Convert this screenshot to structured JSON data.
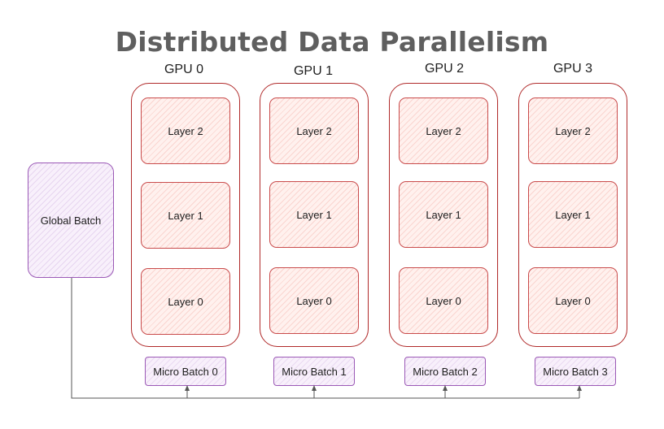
{
  "title": "Distributed Data Parallelism",
  "global_batch": {
    "label": "Global Batch"
  },
  "gpus": [
    {
      "label": "GPU 0",
      "layers": [
        "Layer 2",
        "Layer 1",
        "Layer 0"
      ],
      "micro_batch": "Micro Batch 0"
    },
    {
      "label": "GPU 1",
      "layers": [
        "Layer 2",
        "Layer 1",
        "Layer 0"
      ],
      "micro_batch": "Micro Batch 1"
    },
    {
      "label": "GPU 2",
      "layers": [
        "Layer 2",
        "Layer 1",
        "Layer 0"
      ],
      "micro_batch": "Micro Batch 2"
    },
    {
      "label": "GPU 3",
      "layers": [
        "Layer 2",
        "Layer 1",
        "Layer 0"
      ],
      "micro_batch": "Micro Batch 3"
    }
  ],
  "colors": {
    "gpu_border": "#b02a2a",
    "layer_border": "#c94b4b",
    "batch_border": "#9b59b6",
    "title": "#5f5f5f",
    "connector": "#555555"
  }
}
